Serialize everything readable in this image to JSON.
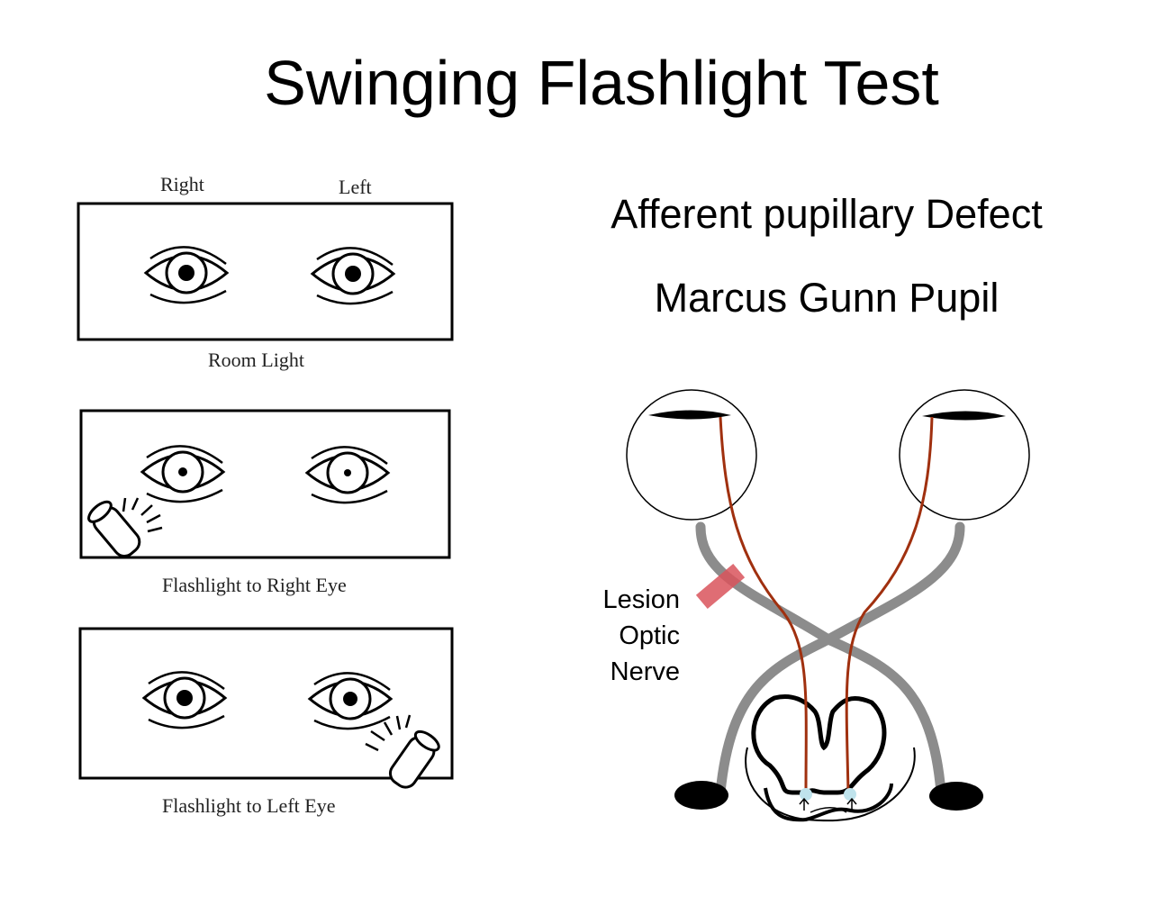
{
  "title": "Swinging Flashlight Test",
  "subtitle_1": "Afferent pupillary Defect",
  "subtitle_2": "Marcus Gunn Pupil",
  "left_panel": {
    "header_right": "Right",
    "header_left": "Left",
    "captions": [
      "Room Light",
      "Flashlight to Right Eye",
      "Flashlight to Left Eye"
    ]
  },
  "lesion_label": [
    "Lesion",
    "Optic",
    "Nerve"
  ],
  "colors": {
    "nerve_gray": "#8c8c8c",
    "fiber_brown": "#a0300f",
    "lesion_red": "#d9535c",
    "nucleus_blue": "#bfe3ec"
  }
}
